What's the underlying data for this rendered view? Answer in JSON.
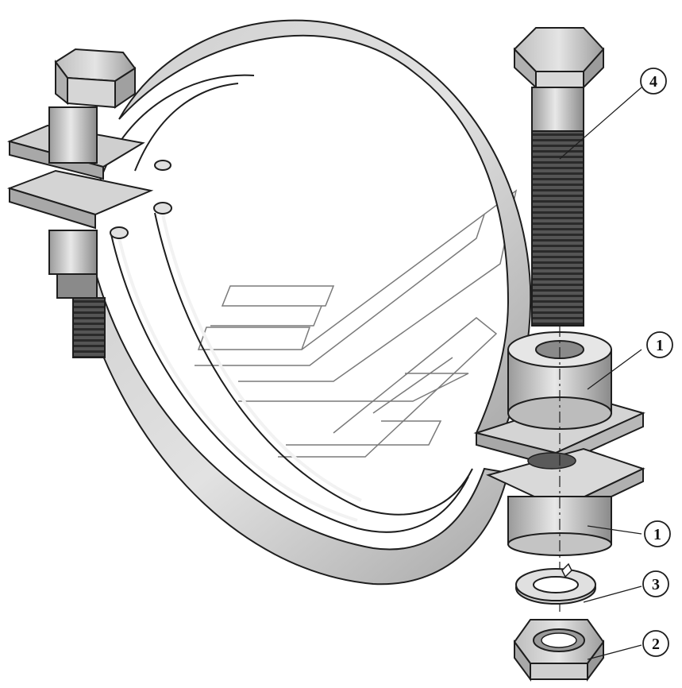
{
  "callouts": [
    {
      "id": "c4",
      "label": "4"
    },
    {
      "id": "c1a",
      "label": "1"
    },
    {
      "id": "c1b",
      "label": "1"
    },
    {
      "id": "c3",
      "label": "3"
    },
    {
      "id": "c2",
      "label": "2"
    }
  ],
  "colors": {
    "metal_light": "#d9d9d9",
    "metal_mid": "#bdbdbd",
    "metal_dark": "#8e8e8e",
    "outline": "#1e1e1e",
    "thread_dark": "#3a3a3a",
    "watermark": "#7a7a7a"
  },
  "parts": {
    "bolt": "hex-bolt",
    "spacer": "cylindrical-spacer",
    "washer": "spring-lock-washer",
    "nut": "hex-nut",
    "clamp": "pipe-clamp-band"
  }
}
